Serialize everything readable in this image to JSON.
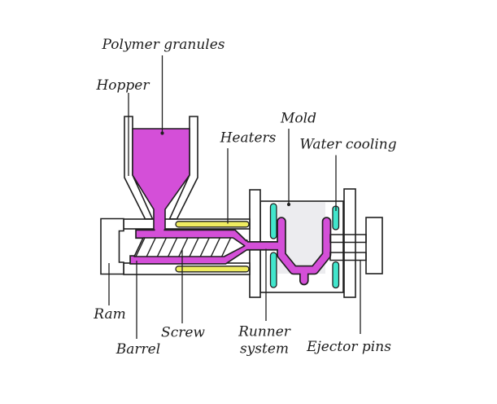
{
  "diagram": {
    "title_none": "",
    "labels": {
      "polymer_granules": "Polymer granules",
      "hopper": "Hopper",
      "heaters": "Heaters",
      "mold": "Mold",
      "water_cooling": "Water cooling",
      "ram": "Ram",
      "barrel": "Barrel",
      "screw": "Screw",
      "runner_system_line1": "Runner",
      "runner_system_line2": "system",
      "ejector_pins": "Ejector pins"
    },
    "colors": {
      "polymer": "#d44fd8",
      "heater": "#efec60",
      "coolant": "#41e6cc",
      "mold_cavity": "#ececef",
      "outline": "#1f1f1f",
      "background": "#ffffff"
    }
  }
}
